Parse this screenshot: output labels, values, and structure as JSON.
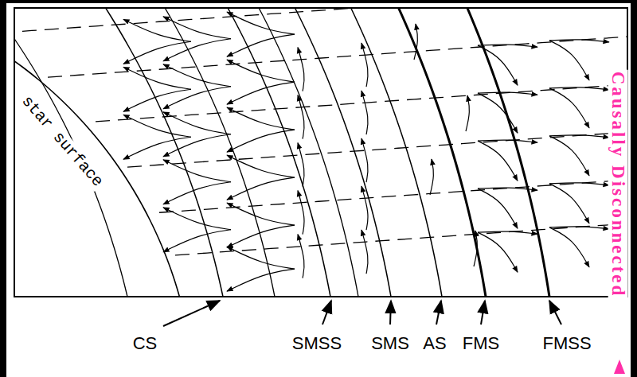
{
  "diagram": {
    "labels": [
      "star surface",
      "CS",
      "SMSS",
      "SMS",
      "AS",
      "FMS",
      "FMSS",
      "Causally Disconnected"
    ]
  }
}
